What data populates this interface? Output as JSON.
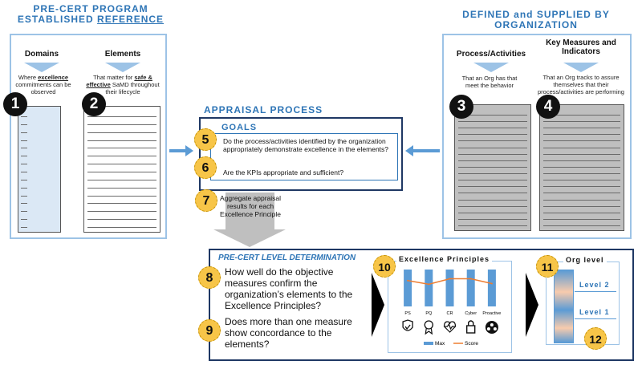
{
  "left_header": {
    "line1": "PRE-CERT PROGRAM",
    "line2_a": "ESTABLISHED ",
    "line2_b": "REFERENCE"
  },
  "right_header": {
    "line1": "DEFINED and SUPPLIED  BY",
    "line2": "ORGANIZATION"
  },
  "domains": {
    "title": "Domains",
    "desc_a": "Where ",
    "desc_b": "excellence",
    "desc_c": " commitments can be observed",
    "num": "1"
  },
  "elements": {
    "title": "Elements",
    "desc_a": "That matter for ",
    "desc_b": "safe &",
    "desc_c": "effective",
    "desc_d": " SaMD throughout their lifecycle",
    "num": "2"
  },
  "process": {
    "title": "Process/Activities",
    "desc": "That an Org has that meet the behavior",
    "num": "3"
  },
  "measures": {
    "title_a": "Key Measures and",
    "title_b": "Indicators",
    "desc": "That an Org tracks to assure themselves  that their process/activities are performing",
    "num": "4"
  },
  "appraisal": {
    "header": "APPRAISAL PROCESS",
    "goals_title": "GOALS",
    "q1": "Do the process/activities identified by the organization  appropriately demonstrate excellence in the elements?",
    "q2": "Are the KPIs appropriate and sufficient?",
    "num5": "5",
    "num6": "6",
    "num7": "7",
    "aggregate": "Aggregate appraisal results for each Excellence Principle"
  },
  "level_determination": {
    "title": "PRE-CERT LEVEL DETERMINATION",
    "num8": "8",
    "q8": "How well do the objective measures confirm the organization’s elements to the Excellence Principles?",
    "num9": "9",
    "q9": "Does more than one measure show concordance to the elements?",
    "num10": "10",
    "num11": "11",
    "num12": "12"
  },
  "chart_data": {
    "type": "bar",
    "title": "Excellence Principles",
    "categories": [
      "PS",
      "PQ",
      "CR",
      "Cyber",
      "Proactive"
    ],
    "series": [
      {
        "name": "Max",
        "values": [
          1,
          1,
          1,
          1,
          1
        ]
      },
      {
        "name": "Score",
        "values": [
          0.7,
          0.6,
          0.75,
          0.75,
          0.62
        ]
      }
    ],
    "ylim": [
      0,
      1
    ],
    "legend": "bottom",
    "colors": {
      "Max": "#5b9bd5",
      "Score": "#ed7d31"
    }
  },
  "org_level": {
    "title": "Org level",
    "level2": "Level 2",
    "level1": "Level 1"
  },
  "icons": [
    "shield-check-icon",
    "award-ribbon-icon",
    "heart-pulse-icon",
    "padlock-icon",
    "people-group-icon"
  ],
  "colors": {
    "accent": "#2e75b6",
    "box_border": "#9dc3e6",
    "dark_border": "#1f3864",
    "yellow": "#f7c548"
  }
}
